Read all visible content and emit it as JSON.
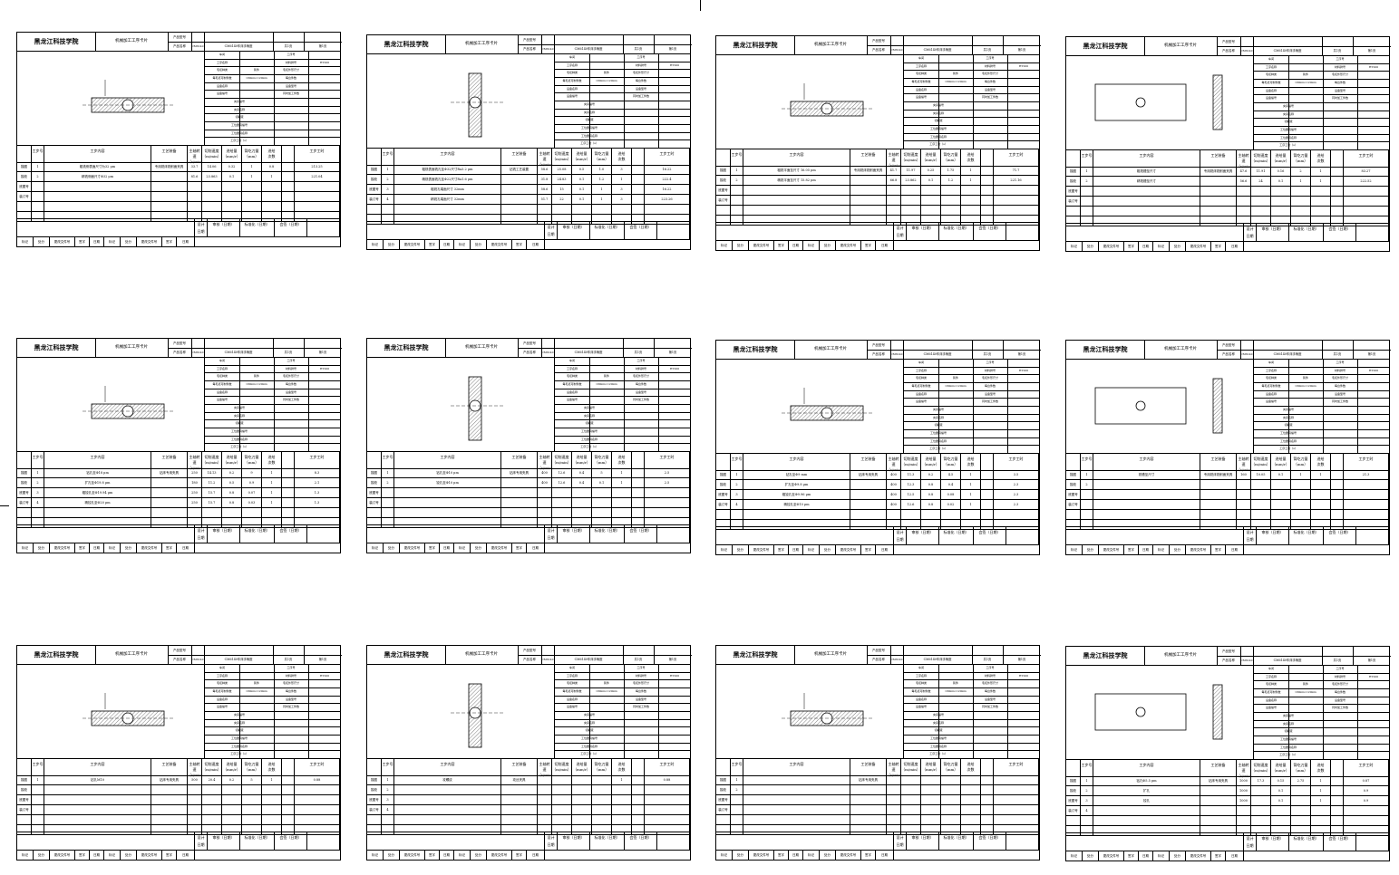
{
  "common": {
    "school": "黑龙江科技学院",
    "card_title": "机械加工工序卡片",
    "product_model_label": "产品型号",
    "product_name_label": "产品名称",
    "product_name": "CM6140",
    "part_name": "CM6140车床手柄座",
    "total_pages_label": "共1页",
    "page_label": "第1页",
    "col_step": "工步号",
    "col_content": "工步内容",
    "col_equipment": "工艺装备",
    "col_speed": "主轴转速\n（r/min）",
    "col_cut_speed": "切削速度\n（m/min）",
    "col_feed": "进给量\n（mm/r）",
    "col_depth": "背吃刀量\n（mm）",
    "col_passes": "进给\n次数",
    "col_time": "工步工时",
    "col_time_a": "机动",
    "col_time_b": "辅助",
    "side_labels": [
      "描图",
      "描校",
      "底图号",
      "装订号"
    ],
    "sign_design": "设计\n日期",
    "sign_review": "审核（日期）",
    "sign_std": "标准化（日期）",
    "sign_approve": "会签（日期）",
    "rev_cells": [
      "标记",
      "处分",
      "更改文件号",
      "签字",
      "日期",
      "标记",
      "处分",
      "更改文件号",
      "签字",
      "日期"
    ],
    "right_rows": [
      "车间",
      "工序号",
      "工序名称",
      "材料牌号",
      "毛坯种类",
      "毛坯外形尺寸",
      "每毛坯可制件数",
      "每台件数",
      "设备名称",
      "设备型号",
      "设备编号",
      "同时加工件数",
      "夹具编号",
      "夹具名称",
      "切削液",
      "工位器具编号",
      "工位器具名称",
      "工序工时（s）",
      "准终",
      "单件"
    ],
    "material": "HT200",
    "blank_type": "铸件",
    "blank_size": "180mm×120mm"
  },
  "sheets": [
    {
      "rows": [
        [
          "1",
          "粗铣侧表面尺寸为32 μm",
          "专用铣床铣削面夹具",
          "33.7",
          "14.06",
          "0.32",
          "1",
          "0.8",
          "213.25"
        ],
        [
          "2",
          "精铣侧面尺寸Φ32 μm",
          "",
          "81.6",
          "23.863",
          "0.1",
          "1",
          "1",
          "221.04"
        ]
      ]
    },
    {
      "rows": [
        [
          "1",
          "粗铣表面铣孔至Φ32尺寸Ra3.2 μm",
          "钻铣工艺装置",
          "58.6",
          "25.08",
          "0.5",
          "1.0",
          "3",
          "16.22"
        ],
        [
          "2",
          "精铣表面铣孔至Φ22尺寸Ra1.6 μm",
          "",
          "31.8",
          "24.83",
          "0.1",
          "1.2",
          "1",
          "222.4"
        ],
        [
          "3",
          "粗铣孔端面尺寸 32mm",
          "",
          "58.6",
          "15",
          "0.1",
          "1",
          "3",
          "16.22"
        ],
        [
          "4",
          "精铣孔端面尺寸 32mm",
          "",
          "51.7",
          "22",
          "0.1",
          "1",
          "3",
          "223.26"
        ]
      ]
    },
    {
      "rows": [
        [
          "1",
          "粗铣平面至尺寸 16.05 μm",
          "专用铣床铣削面夹具",
          "41.7",
          "11.97",
          "0.25",
          "1.75",
          "1",
          "71.7"
        ],
        [
          "2",
          "精铣平面至尺寸 15.82 μm",
          "",
          "66.8",
          "23.862",
          "0.1",
          "1.2",
          "1",
          "221.16"
        ]
      ]
    },
    {
      "rows": [
        [
          "1",
          "粗铣槽至尺寸",
          "专用铣床铣削面夹具",
          "47.6",
          "11.91",
          "0.16",
          "2",
          "1",
          "83.27"
        ],
        [
          "2",
          "精铣槽至尺寸",
          "",
          "56.6",
          "24",
          "0.1",
          "1",
          "1",
          "222.52"
        ]
      ]
    },
    {
      "rows": [
        [
          "1",
          "钻孔至Φ18 μm",
          "钻床专用夹具",
          "250",
          "14.13",
          "0.2",
          "9",
          "1",
          "8.3"
        ],
        [
          "2",
          "扩孔至Φ19.8 μm",
          "",
          "180",
          "11.2",
          "0.5",
          "0.9",
          "1",
          "2.1"
        ],
        [
          "3",
          "粗铰孔至Φ19.94 μm",
          "",
          "250",
          "15.7",
          "0.8",
          "0.07",
          "1",
          "1.3"
        ],
        [
          "4",
          "精铰孔至Φ20 μm",
          "",
          "250",
          "15.7",
          "0.8",
          "0.03",
          "1",
          "1.3"
        ]
      ]
    },
    {
      "rows": [
        [
          "1",
          "钻孔至Φ10 μm",
          "钻床专用夹具",
          "400",
          "12.6",
          "0.4",
          "5",
          "1",
          "2.5"
        ],
        [
          "2",
          "铰孔至Φ10 μm",
          "",
          "400",
          "12.6",
          "0.4",
          "0.1",
          "1",
          "2.5"
        ]
      ]
    },
    {
      "rows": [
        [
          "1",
          "钻孔至Φ9 mm",
          "钻床专用夹具",
          "400",
          "11.3",
          "0.2",
          "4.5",
          "1",
          "3.5"
        ],
        [
          "2",
          "扩孔至Φ9.8 μm",
          "",
          "400",
          "12.3",
          "0.8",
          "0.4",
          "1",
          "2.3"
        ],
        [
          "3",
          "粗铰孔至Φ9.96 μm",
          "",
          "400",
          "12.5",
          "0.8",
          "0.08",
          "1",
          "2.3"
        ],
        [
          "4",
          "精铰孔至Φ10 μm",
          "",
          "400",
          "12.6",
          "0.8",
          "0.02",
          "1",
          "2.3"
        ]
      ]
    },
    {
      "rows": [
        [
          "1",
          "铣槽至尺寸",
          "专用铣床铣削面夹具",
          "160",
          "10.05",
          "0.1",
          "1",
          "1",
          "21.3"
        ],
        [
          "2",
          "",
          "",
          "",
          "",
          "",
          "",
          "",
          ""
        ]
      ]
    },
    {
      "rows": [
        [
          "1",
          "钻孔M10",
          "钻床专用夹具",
          "500",
          "20.4",
          "0.2",
          "5",
          "1",
          "0.88"
        ]
      ]
    },
    {
      "rows": [
        [
          "1",
          "攻螺纹",
          "攻丝夹具",
          "",
          "",
          "",
          "",
          "1",
          "0.88"
        ],
        [
          "2",
          "",
          "",
          "",
          "",
          "",
          "",
          "",
          ""
        ],
        [
          "3",
          "",
          "",
          "",
          "",
          "",
          "",
          "",
          ""
        ],
        [
          "4",
          "",
          "",
          "",
          "",
          "",
          "",
          "",
          ""
        ]
      ]
    },
    {
      "rows": [
        [
          "1",
          "",
          "钻床专用夹具",
          "",
          "",
          "",
          "",
          "",
          ""
        ],
        [
          "2",
          "",
          "",
          "",
          "",
          "",
          "",
          "",
          ""
        ]
      ]
    },
    {
      "rows": [
        [
          "1",
          "钻孔Φ5.5 μm",
          "钻床专用夹具",
          "1000",
          "17.3",
          "0.15",
          "2.75",
          "1",
          "0.87"
        ],
        [
          "2",
          "扩孔",
          "",
          "1000",
          "",
          "0.1",
          "",
          "1",
          "0.9"
        ],
        [
          "3",
          "铰孔",
          "",
          "1000",
          "",
          "0.1",
          "",
          "1",
          "0.9"
        ],
        [
          "4",
          "",
          "",
          "",
          "",
          "",
          "",
          "",
          ""
        ]
      ]
    }
  ]
}
